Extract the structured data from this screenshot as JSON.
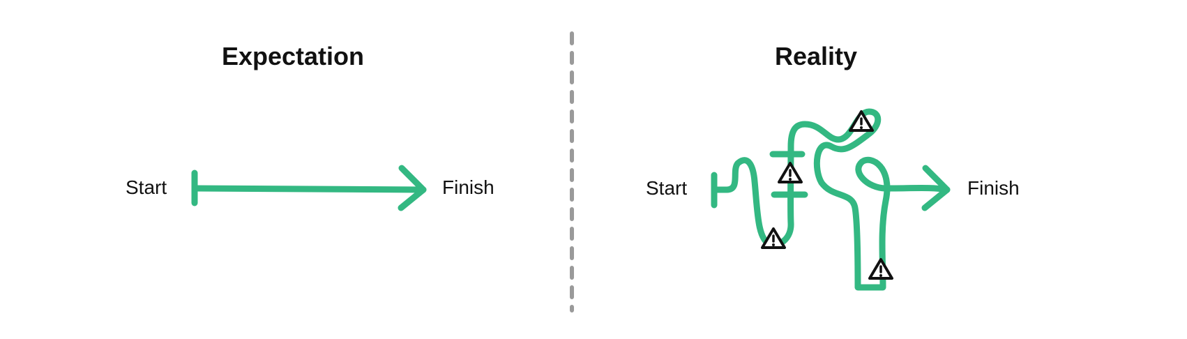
{
  "expectation": {
    "title": "Expectation",
    "start_label": "Start",
    "finish_label": "Finish"
  },
  "reality": {
    "title": "Reality",
    "start_label": "Start",
    "finish_label": "Finish",
    "warning_icon_count": 4
  },
  "colors": {
    "path": "#33B882",
    "divider": "#9A9A9A",
    "text": "#111111",
    "warning_stroke": "#111111",
    "warning_fill": "#FFFFFF"
  },
  "icons": {
    "warning": "warning-triangle-icon",
    "finish_arrow": "arrow-head-icon"
  }
}
